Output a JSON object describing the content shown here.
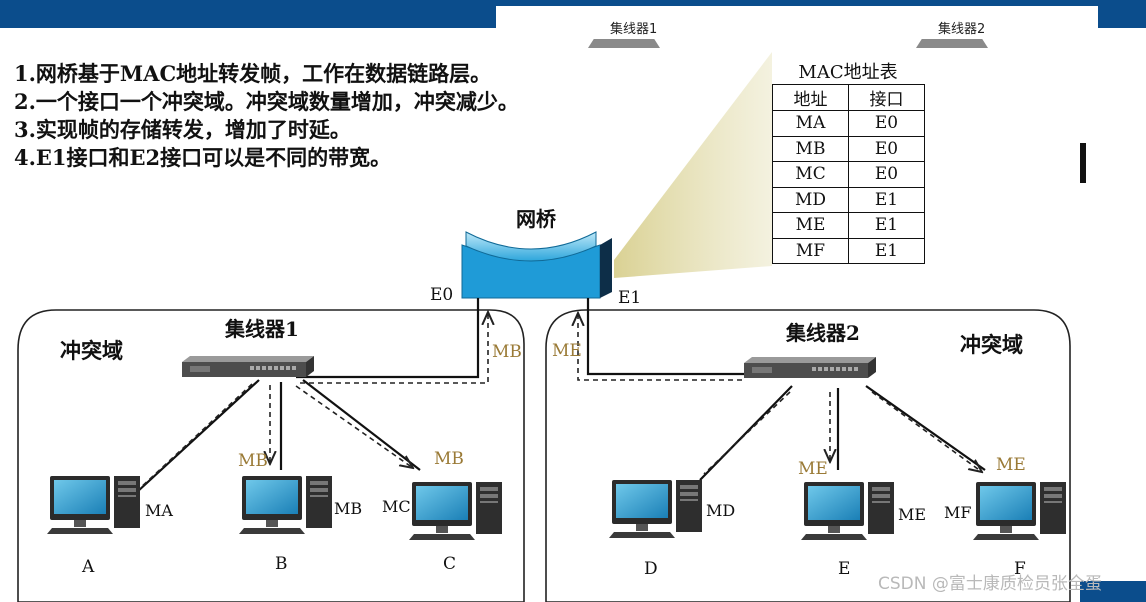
{
  "header": {
    "hub1_tab": "集线器1",
    "hub2_tab": "集线器2"
  },
  "notes": [
    "1.网桥基于MAC地址转发帧，工作在数据链路层。",
    "2.一个接口一个冲突域。冲突域数量增加，冲突减少。",
    "3.实现帧的存储转发，增加了时延。",
    "4.E1接口和E2接口可以是不同的带宽。"
  ],
  "mac_table": {
    "title": "MAC地址表",
    "headers": [
      "地址",
      "接口"
    ],
    "rows": [
      [
        "MA",
        "E0"
      ],
      [
        "MB",
        "E0"
      ],
      [
        "MC",
        "E0"
      ],
      [
        "MD",
        "E1"
      ],
      [
        "ME",
        "E1"
      ],
      [
        "MF",
        "E1"
      ]
    ]
  },
  "bridge": {
    "label": "网桥",
    "port_left": "E0",
    "port_right": "E1"
  },
  "domains": {
    "left": {
      "title": "冲突域",
      "hub_label": "集线器1",
      "frame_label": "MB",
      "hosts": [
        {
          "name": "A",
          "mac": "MA"
        },
        {
          "name": "B",
          "mac": "MB"
        },
        {
          "name": "C",
          "mac": "MC"
        }
      ]
    },
    "right": {
      "title": "冲突域",
      "hub_label": "集线器2",
      "frame_label": "ME",
      "hosts": [
        {
          "name": "D",
          "mac": "MD"
        },
        {
          "name": "E",
          "mac": "ME"
        },
        {
          "name": "F",
          "mac": "MF"
        }
      ]
    }
  },
  "colors": {
    "frame_label": "#9a7a36",
    "bridge_body": "#1f9bd7",
    "header_bar": "#0b4d8c"
  },
  "watermark": "CSDN @富士康质检员张全蛋"
}
